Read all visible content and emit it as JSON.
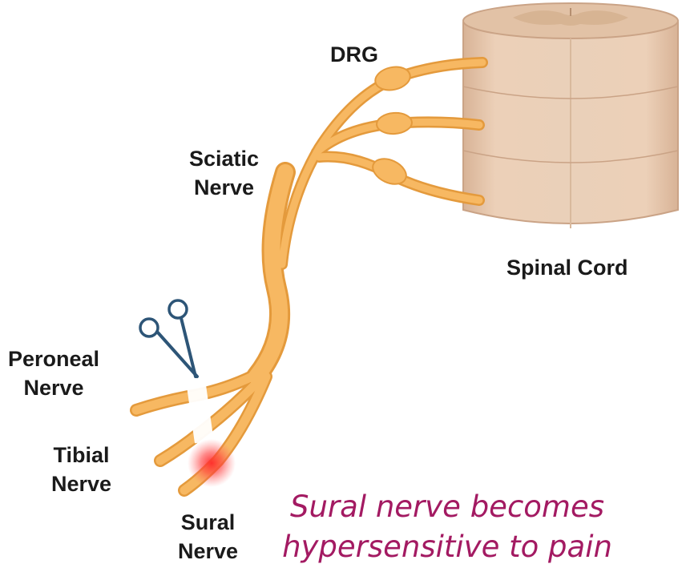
{
  "labels": {
    "drg": "DRG",
    "sciatic": [
      "Sciatic",
      "Nerve"
    ],
    "spinal_cord": "Spinal Cord",
    "peroneal": [
      "Peroneal",
      "Nerve"
    ],
    "tibial": [
      "Tibial",
      "Nerve"
    ],
    "sural": [
      "Sural",
      "Nerve"
    ]
  },
  "annotation": {
    "line1": "Sural nerve becomes",
    "line2": "hypersensitive to pain"
  },
  "colors": {
    "nerve": "#f6b560",
    "nerve_dark": "#e49a3c",
    "cord": "#e8c9ae",
    "cord_top": "#d9b596",
    "pain": "#ff2a2a",
    "annotation": "#a31a62",
    "scissors": "#2d5577"
  },
  "icons": {
    "cut_tool": "scissors-icon",
    "pain_marker": "pain-glow"
  }
}
